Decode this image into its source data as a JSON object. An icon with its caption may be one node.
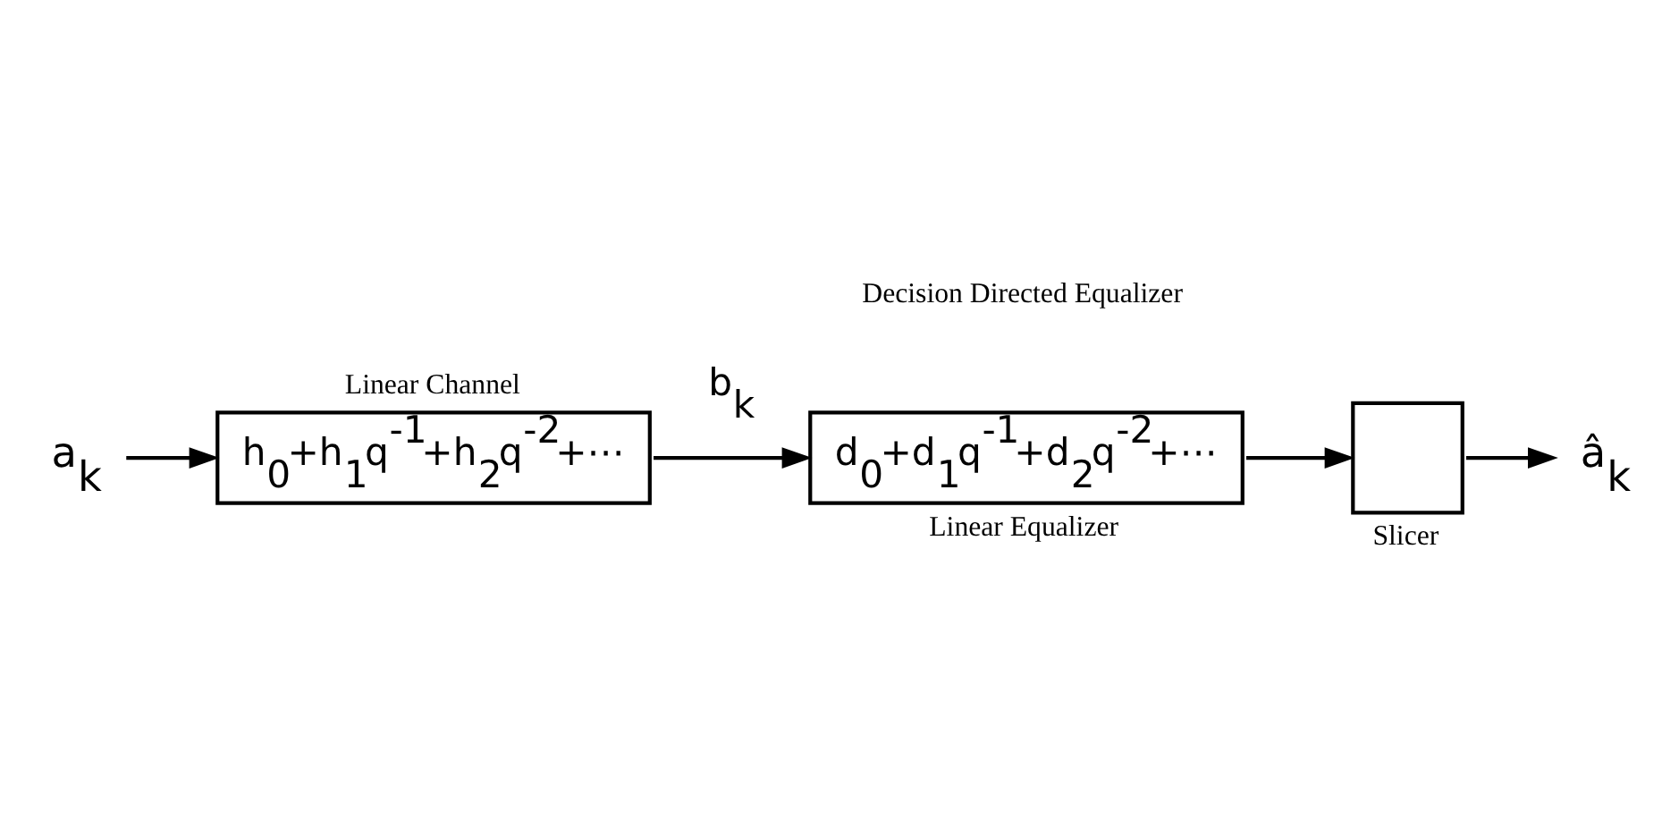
{
  "diagram": {
    "nodes": [
      {
        "text": [
          "a$_{k}$"
        ]
      },
      {
        "text": [
          "Linear Channel",
          "h$_{0}$+h$_{1}$q$^{-1}$+h$_{2}$q$^{-2}$+⋯"
        ]
      },
      {
        "text": [
          "d$_{0}$+d$_{1}$q$^{-1}$+d$_{2}$q$^{-2}$+⋯"
        ],
        "beside": [
          "Linear Equalizer"
        ]
      },
      {
        "text": [],
        "shape": "box",
        "beside": [
          "Slicer"
        ]
      },
      {
        "text": [
          "â$_{k}$"
        ]
      }
    ],
    "edges": [
      {
        "from": 0,
        "to": 1,
        "arrow": "to"
      },
      {
        "from": 1,
        "to": 2,
        "arrow": "to",
        "label": "b$_{k}$"
      },
      {
        "from": 2,
        "to": 3,
        "arrow": "to"
      },
      {
        "from": 3,
        "to": 4,
        "arrow": "to"
      }
    ],
    "labels": [
      "Decision Directed Equalizer"
    ]
  }
}
